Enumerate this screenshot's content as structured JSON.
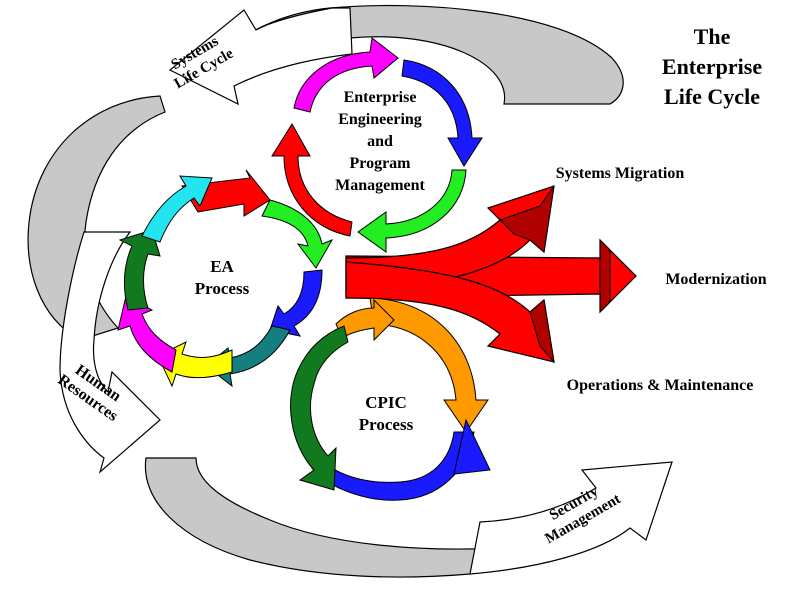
{
  "diagram": {
    "title_lines": [
      "The",
      "Enterprise",
      "Life Cycle"
    ],
    "outer_cycles": {
      "systems_life_cycle": [
        "Systems",
        "Life Cycle"
      ],
      "human_resources": [
        "Human",
        "Resources"
      ],
      "security_management": [
        "Security",
        "Management"
      ]
    },
    "processes": {
      "ee_pm": [
        "Enterprise",
        "Engineering",
        "and",
        "Program",
        "Management"
      ],
      "ea": [
        "EA",
        "Process"
      ],
      "cpic": [
        "CPIC",
        "Process"
      ]
    },
    "outputs": {
      "systems_migration": "Systems Migration",
      "modernization": "Modernization",
      "operations_maintenance": "Operations & Maintenance"
    }
  },
  "colors": {
    "band_gray": "#c8c8c8",
    "red": "#ff0000",
    "blue": "#1a1aff",
    "magenta": "#ff00ff",
    "green": "#22ee22",
    "cyan": "#22e5f0",
    "dark_green": "#127a1e",
    "yellow": "#ffff00",
    "teal": "#157f80",
    "orange": "#ff9900"
  }
}
